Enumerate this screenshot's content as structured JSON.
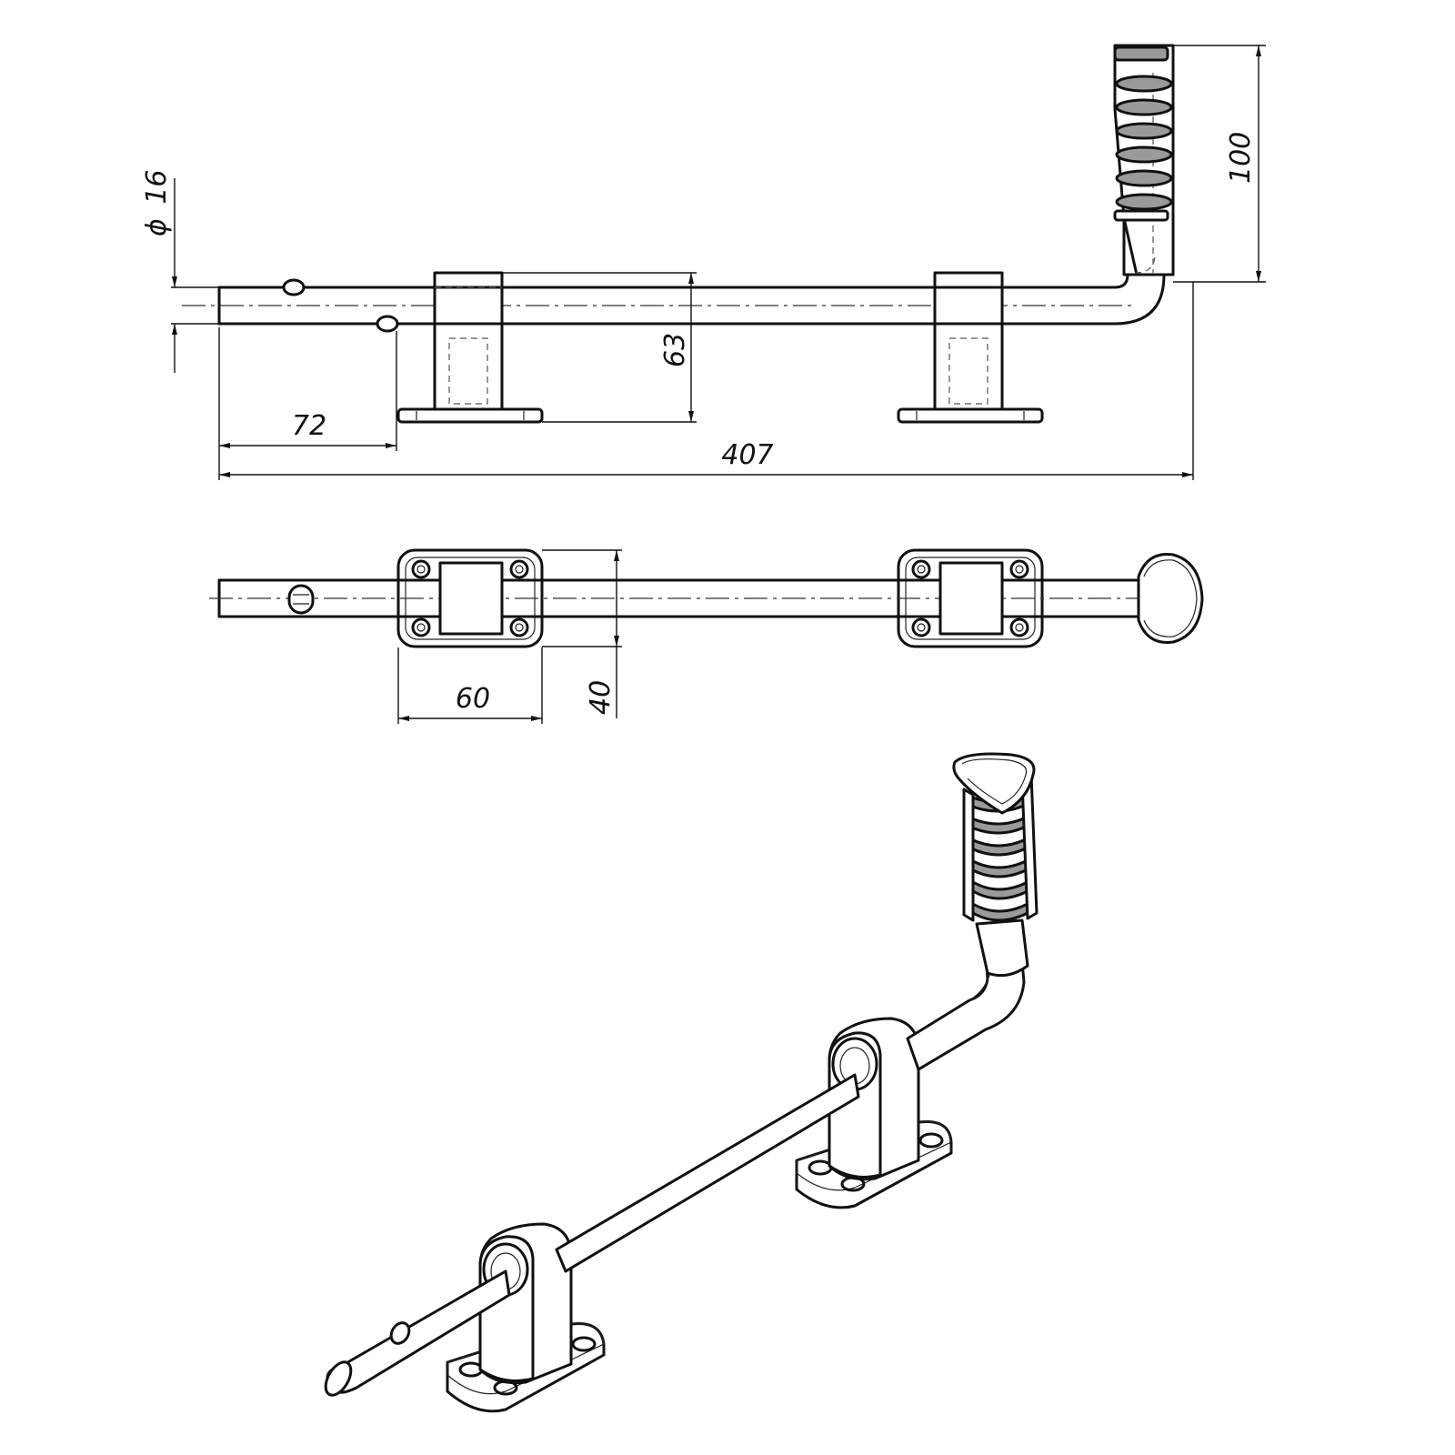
{
  "drawing": {
    "dimensions": {
      "diameter_symbol": "ϕ",
      "diameter": "16",
      "handle_height": "100",
      "post_height": "63",
      "hole_offset": "72",
      "total_length": "407",
      "base_width": "60",
      "base_depth": "40"
    }
  },
  "colors": {
    "line": "#111111",
    "grip": "#9a9a9a",
    "background": "#ffffff"
  }
}
